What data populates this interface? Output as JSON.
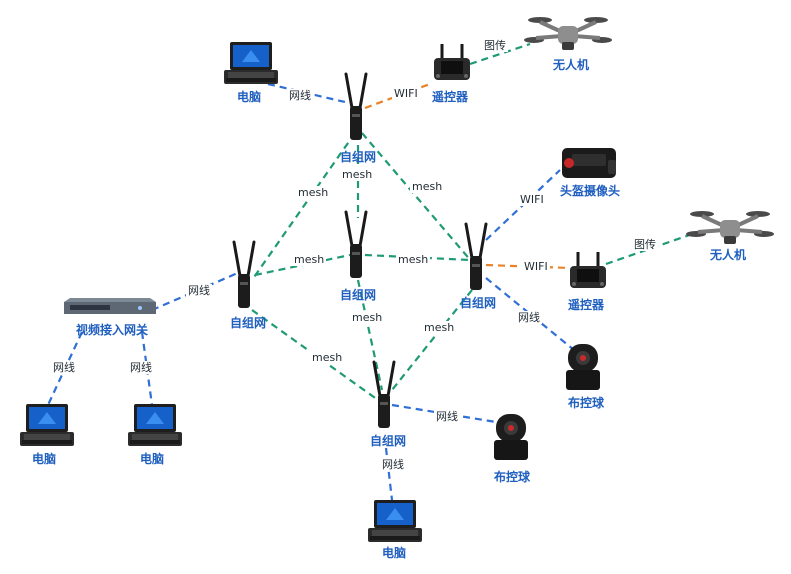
{
  "colors": {
    "net": "#2f6fd6",
    "mesh": "#1f9a76",
    "wifi": "#e8832a",
    "label": "#1f5fbf"
  },
  "nodes": {
    "pc_top": "电脑",
    "pc_left1": "电脑",
    "pc_left2": "电脑",
    "pc_bottom": "电脑",
    "rc_top": "遥控器",
    "rc_right": "遥控器",
    "drone_top": "无人机",
    "drone_right": "无人机",
    "helmet_cam": "头盔摄像头",
    "gateway": "视频接入网关",
    "radio_top": "自组网",
    "radio_center": "自组网",
    "radio_left": "自组网",
    "radio_right": "自组网",
    "radio_bottom": "自组网",
    "dome_right": "布控球",
    "dome_bottom": "布控球"
  },
  "links": {
    "pc_top_net": "网线",
    "wifi_top": "WIFI",
    "tuchuan_top": "图传",
    "mesh_top_left": "mesh",
    "mesh_top_center": "mesh",
    "mesh_top_right": "mesh",
    "mesh_left_center": "mesh",
    "mesh_center_right": "mesh",
    "mesh_left_bottom": "mesh",
    "mesh_center_bottom": "mesh",
    "mesh_right_bottom": "mesh",
    "gateway_net": "网线",
    "gateway_pc1_net": "网线",
    "gateway_pc2_net": "网线",
    "wifi_helmet": "WIFI",
    "wifi_right": "WIFI",
    "tuchuan_right": "图传",
    "dome_right_net": "网线",
    "dome_bottom_net": "网线",
    "pc_bottom_net": "网线"
  }
}
